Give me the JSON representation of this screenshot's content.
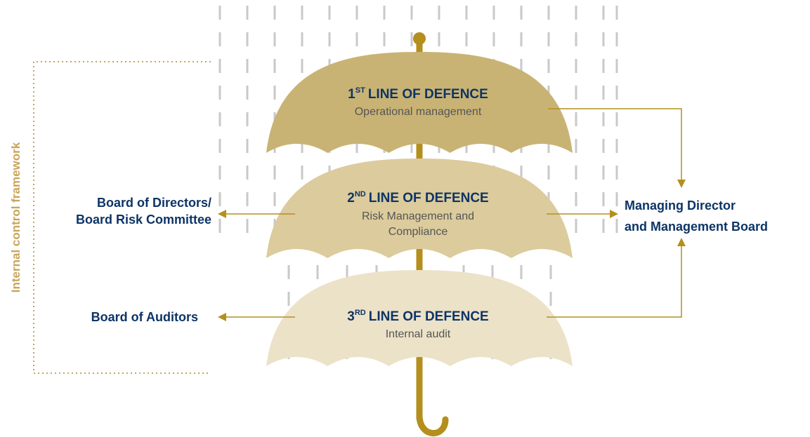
{
  "side_label": "Internal control framework",
  "lines": [
    {
      "num": "1",
      "sup": "ST",
      "title": "LINE OF DEFENCE",
      "desc": [
        "Operational management"
      ]
    },
    {
      "num": "2",
      "sup": "ND",
      "title": "LINE OF DEFENCE",
      "desc": [
        "Risk Management and",
        "Compliance"
      ]
    },
    {
      "num": "3",
      "sup": "RD",
      "title": "LINE OF DEFENCE",
      "desc": [
        "Internal audit"
      ]
    }
  ],
  "left_boxes": {
    "board_directors": [
      "Board of Directors/",
      "Board Risk Committee"
    ],
    "board_auditors": [
      "Board of Auditors"
    ]
  },
  "right_box": [
    "Managing Director",
    "and Management Board"
  ],
  "colors": {
    "navy": "#0d3466",
    "gold": "#b48f1d",
    "umbrella_1": "#c9b374",
    "umbrella_2": "#dccb9c",
    "umbrella_3": "#ece2c8",
    "rain": "#c9c9c9",
    "dotted": "#c8a55a"
  }
}
